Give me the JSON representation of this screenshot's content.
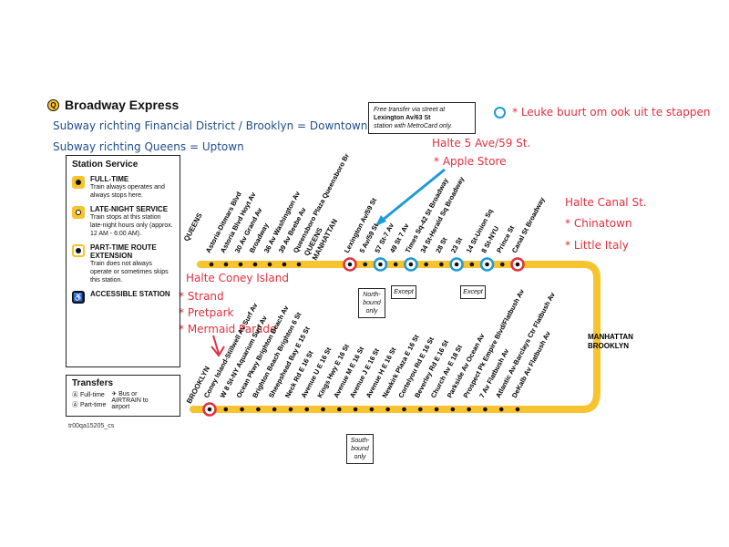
{
  "title": {
    "bullet": "Q",
    "text": "Broadway Express"
  },
  "notes_blue": [
    "Subway richting Financial District / Brooklyn = Downtown",
    "Subway richting Queens = Uptown"
  ],
  "notes_red": {
    "legend_note": "* Leuke buurt om ook uit te stappen",
    "fifth_ave": [
      "Halte 5 Ave/59 St.",
      "* Apple Store"
    ],
    "canal": [
      "Halte Canal St.",
      "* Chinatown",
      "* Little Italy"
    ],
    "coney": [
      "Halte Coney Island",
      "* Strand",
      "* Pretpark",
      "* Mermaid Parade"
    ]
  },
  "legend": {
    "title": "Station Service",
    "items": [
      {
        "label": "FULL-TIME",
        "desc": "Train always operates and always stops here."
      },
      {
        "label": "LATE-NIGHT SERVICE",
        "desc": "Train stops at this station late-night hours only (approx. 12 AM - 6:00 AM)."
      },
      {
        "label": "PART-TIME ROUTE EXTENSION",
        "desc": "Train does not always operate or sometimes skips this station."
      },
      {
        "label": "ACCESSIBLE STATION",
        "desc": ""
      }
    ]
  },
  "transfers": {
    "title": "Transfers",
    "full_time": "Full-time",
    "part_time": "Part-time",
    "bus": "Bus or AIRTRAIN to airport"
  },
  "ref_code": "tr00qa15205_cs",
  "free_transfer": {
    "line1": "Free transfer via street at",
    "station": "Lexington Av/63 St",
    "line3": "station with MetroCard only."
  },
  "boroughs": {
    "queens": "QUEENS",
    "queens_manhattan_1": "QUEENS",
    "queens_manhattan_2": "MANHATTAN",
    "manhattan_brooklyn_1": "MANHATTAN",
    "manhattan_brooklyn_2": "BROOKLYN",
    "brooklyn": "BROOKLYN"
  },
  "top_notes": {
    "northbound": "North-bound only",
    "except1": "Except",
    "except2": "Except"
  },
  "bottom_note": "South-bound only",
  "queens_stations": [
    "Astoria-Ditmars Blvd",
    "Astoria Blvd Hoyt Av",
    "30 Av Grand Av",
    "Broadway",
    "36 Av Washington Av",
    "39 Av Beebe Av",
    "Queensboro Plaza Queensboro Br"
  ],
  "manhattan_stations": [
    "Lexington Av/59 St",
    "5 Av/59 St",
    "57 St-7 Av",
    "49 St 7 Av",
    "Times Sq-42 St Broadway",
    "34 St-Herald Sq Broadway",
    "28 St",
    "23 St",
    "14 St-Union Sq",
    "8 St-NYU",
    "Prince St",
    "Canal St Broadway"
  ],
  "brooklyn_stations": [
    "Coney Island-Stillwell Av Surf Av",
    "W 8 St-NY Aquarium Surf Av",
    "Ocean Pkwy Brighton Beach Av",
    "Brighton Beach Brighton 6 St",
    "Sheepshead Bay E 15 St",
    "Neck Rd E 16 St",
    "Avenue U E 16 St",
    "Kings Hwy E 16 St",
    "Avenue M E 16 St",
    "Avenue J E 16 St",
    "Avenue H E 16 St",
    "Newkirk Plaza E 16 St",
    "Cortelyou Rd E 16 St",
    "Beverley Rd E 16 St",
    "Church Av E 18 St",
    "Parkside Av Ocean Av",
    "Prospect Pk Empire Blvd/Flatbush Av",
    "7 Av Flatbush Av",
    "Atlantic Av-Barclays Ctr Flatbush Av",
    "DeKalb Av Flatbush Av"
  ],
  "colors": {
    "line": "#f7c32e",
    "highlight_red": "#e0313f",
    "highlight_blue": "#1e9ad6",
    "note_blue": "#1f4e8c"
  }
}
